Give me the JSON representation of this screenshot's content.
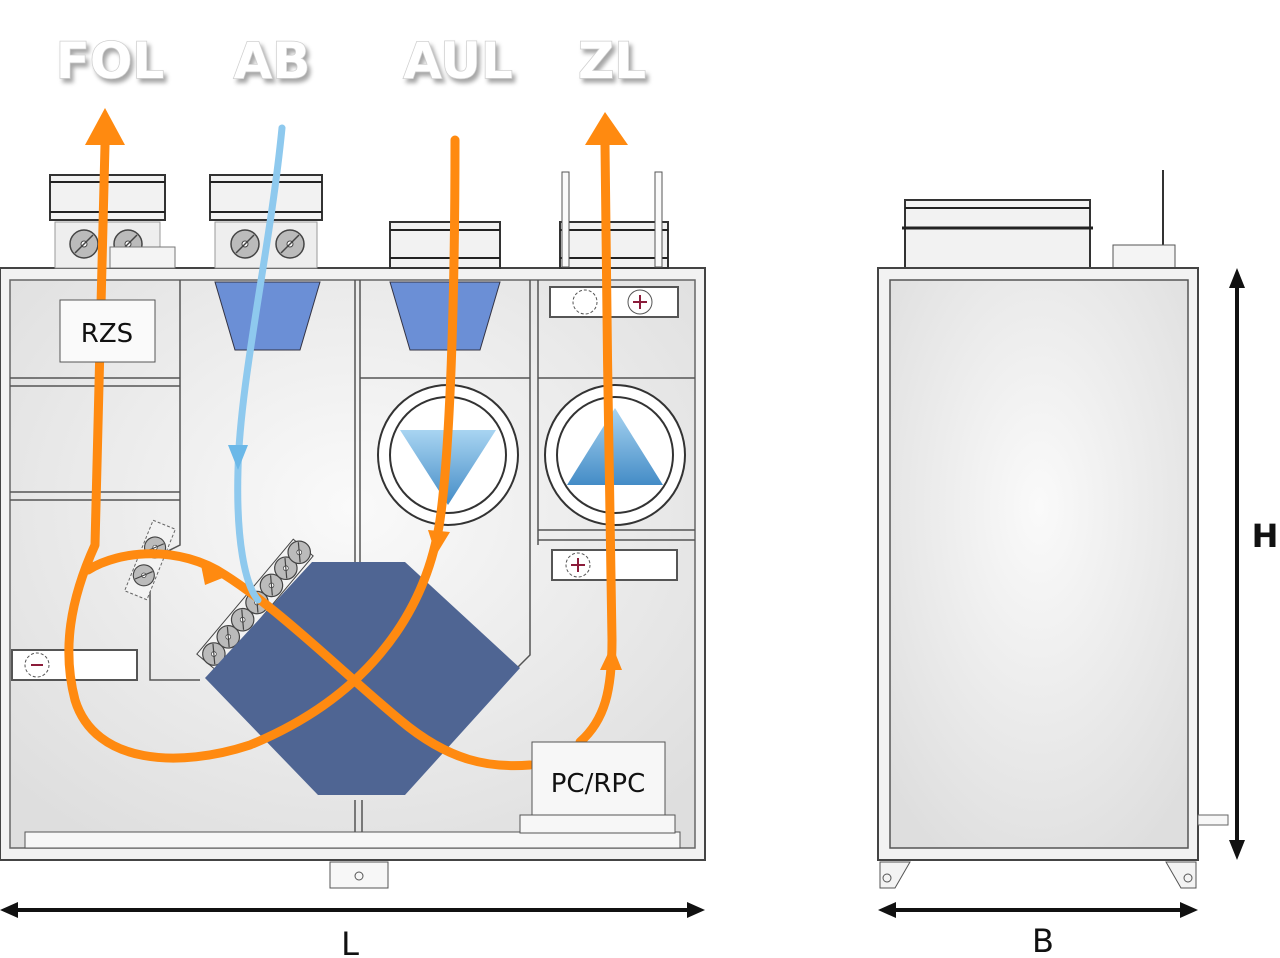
{
  "labels": {
    "fol": "FOL",
    "ab": "AB",
    "aul": "AUL",
    "zl": "ZL"
  },
  "components": {
    "rzs": "RZS",
    "pc_rpc": "PC/RPC"
  },
  "dimensions": {
    "length": "L",
    "height": "H",
    "width": "B"
  },
  "colors": {
    "warm_air": "#ff8a10",
    "cold_air": "#8ec9ee",
    "heat_exchanger": "#4f6593",
    "filter": "#6b8fd6"
  }
}
